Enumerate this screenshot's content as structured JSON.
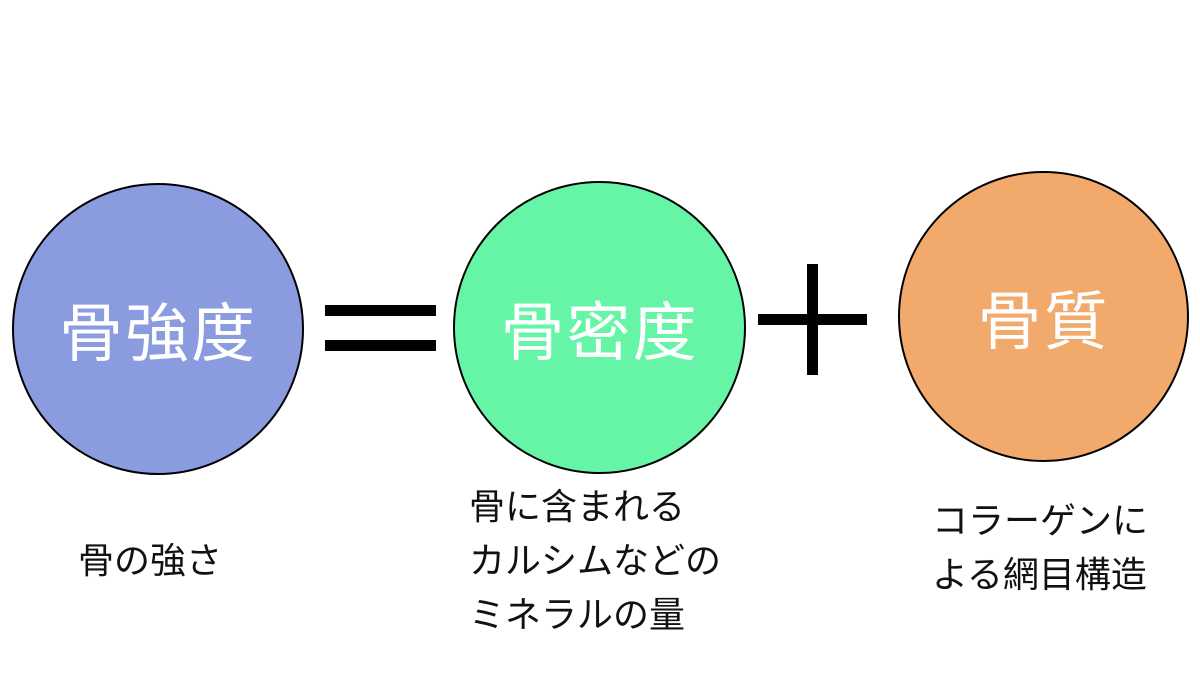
{
  "colors": {
    "strength_fill": "#8a9be0",
    "density_fill": "#66f5a7",
    "quality_fill": "#f2a96c",
    "operator": "#000000"
  },
  "equation": {
    "left": {
      "label": "骨強度",
      "description": [
        "骨の強さ"
      ]
    },
    "operator_1": "=",
    "middle": {
      "label": "骨密度",
      "description": [
        "骨に含まれる",
        "カルシムなどの",
        "ミネラルの量"
      ]
    },
    "operator_2": "+",
    "right": {
      "label": "骨質",
      "description": [
        "コラーゲンに",
        "よる網目構造"
      ]
    }
  }
}
